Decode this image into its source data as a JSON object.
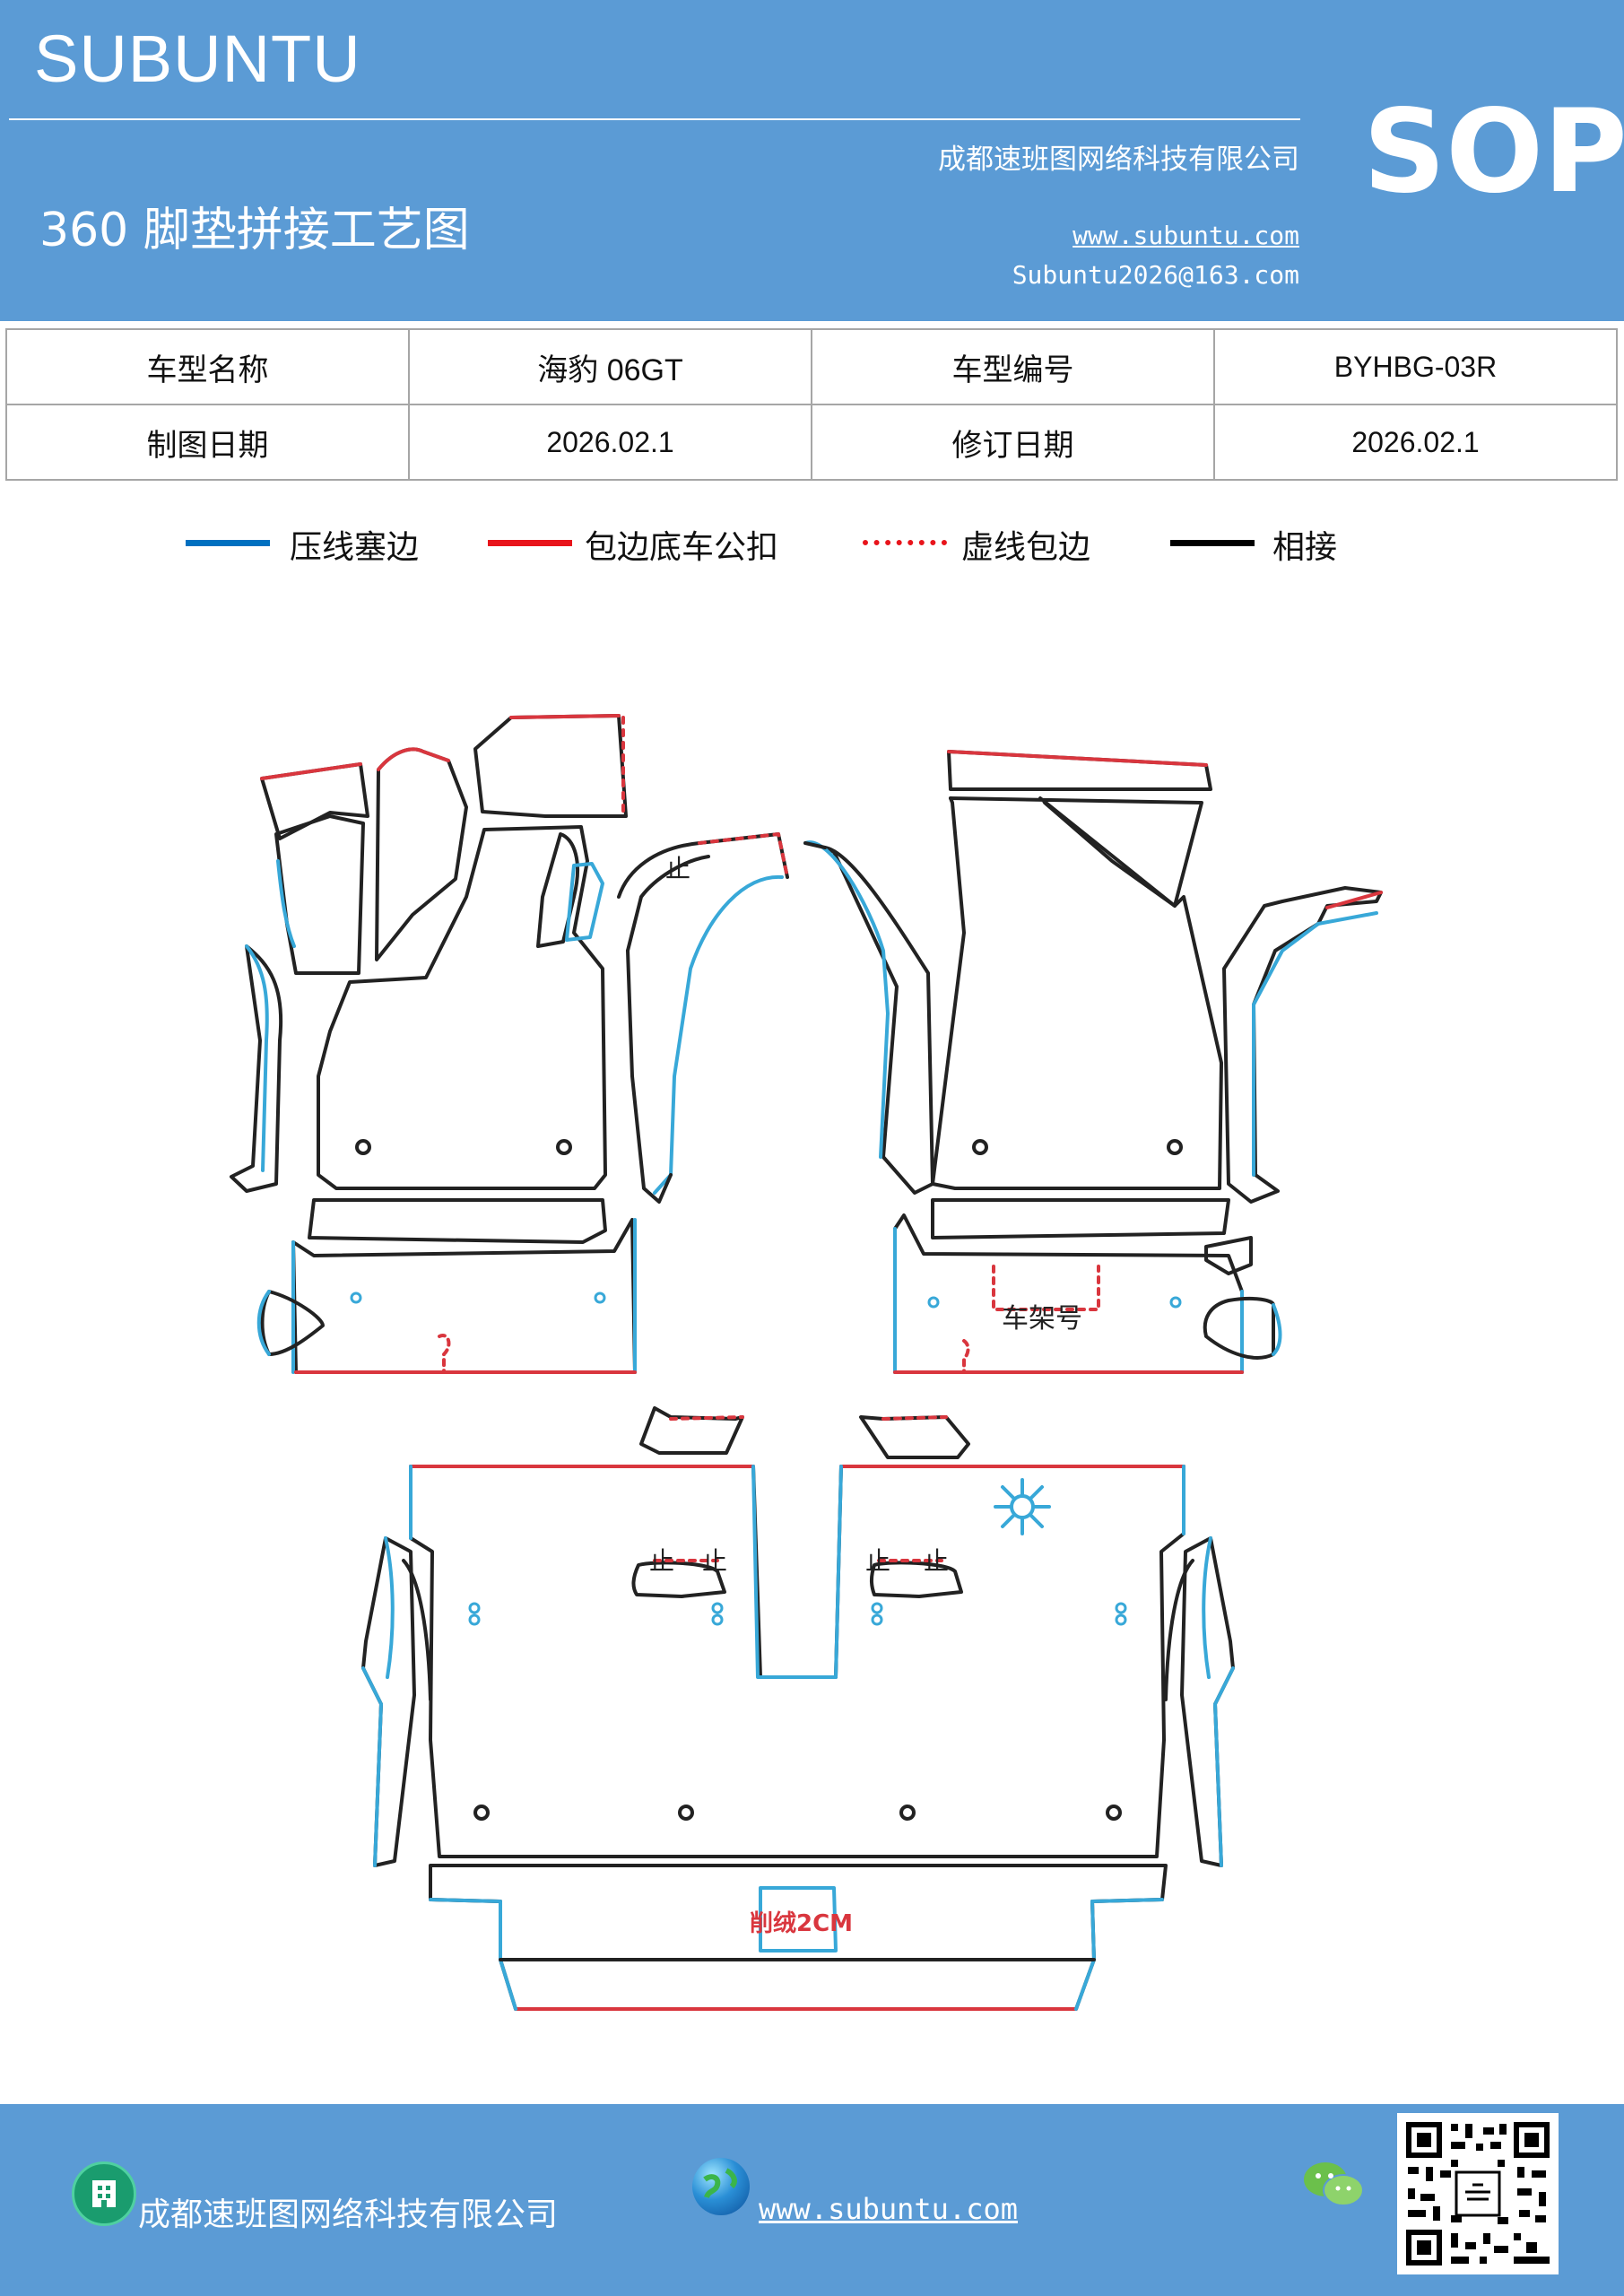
{
  "colors": {
    "header_bg": "#5b9bd5",
    "press_line": "#0070c0",
    "hem_line": "#e8141b",
    "join_line": "#000000"
  },
  "header": {
    "brand": "SUBUNTU",
    "company": "成都速班图网络科技有限公司",
    "title": "360 脚垫拼接工艺图",
    "website": "www.subuntu.com",
    "email": "Subuntu2026@163.com",
    "badge": "SOP"
  },
  "info": {
    "row1": [
      "车型名称",
      "海豹 06GT",
      "车型编号",
      "BYHBG-03R"
    ],
    "row2": [
      "制图日期",
      "2026.02.1",
      "修订日期",
      "2026.02.1"
    ]
  },
  "legend": [
    {
      "label": "压线塞边",
      "style": "solid-blue"
    },
    {
      "label": "包边底车公扣",
      "style": "solid-red"
    },
    {
      "label": "虚线包边",
      "style": "dotted-red"
    },
    {
      "label": "相接",
      "style": "solid-black"
    }
  ],
  "diagram": {
    "labels": {
      "vin": "车架号",
      "trim": "削绒2CM"
    }
  },
  "footer": {
    "company": "成都速班图网络科技有限公司",
    "website": "www.subuntu.com",
    "icons": [
      "building-icon",
      "globe-icon",
      "wechat-icon",
      "qr-code"
    ]
  }
}
